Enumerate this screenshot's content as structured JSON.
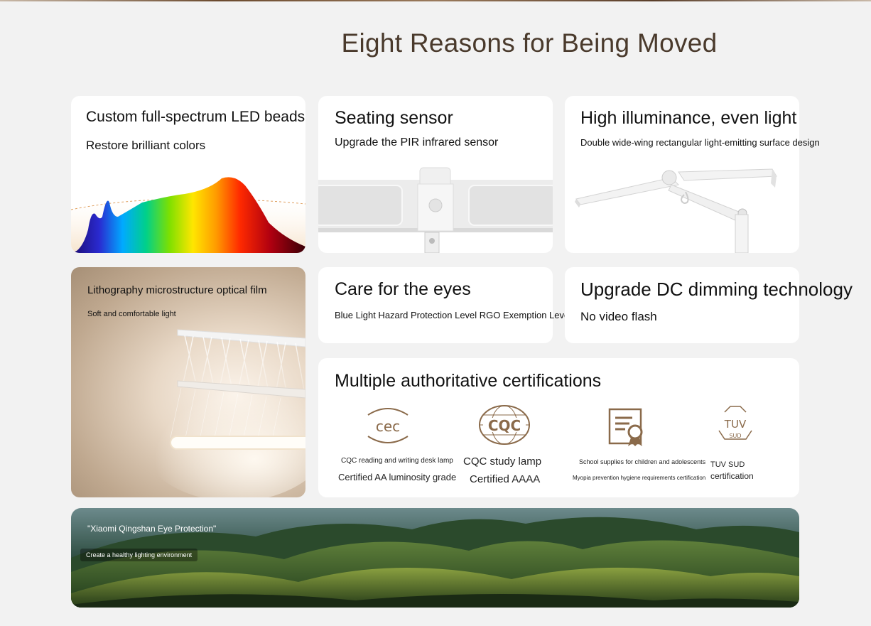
{
  "page": {
    "title": "Eight Reasons for Being Moved"
  },
  "cards": {
    "spectrum": {
      "title": "Custom full-spectrum LED beads",
      "subtitle": "Restore brilliant colors"
    },
    "seating": {
      "title": "Seating sensor",
      "subtitle": "Upgrade the PIR infrared sensor"
    },
    "illuminance": {
      "title": "High illuminance, even light",
      "subtitle": "Double wide-wing rectangular light-emitting surface design"
    },
    "lithography": {
      "title": "Lithography microstructure optical film",
      "subtitle": "Soft and comfortable light"
    },
    "eyes": {
      "title": "Care for the eyes",
      "subtitle": "Blue Light Hazard Protection Level RGO Exemption Level"
    },
    "dimming": {
      "title": "Upgrade DC dimming technology",
      "subtitle": "No video flash"
    }
  },
  "certifications": {
    "title": "Multiple authoritative certifications",
    "items": [
      {
        "icon": "cec-logo-icon",
        "logo_text": "cec",
        "line1": "CQC reading and writing desk lamp",
        "line2": "Certified AA luminosity grade"
      },
      {
        "icon": "cqc-logo-icon",
        "logo_text": "CQC",
        "line1": "CQC study lamp",
        "line2": "Certified AAAA"
      },
      {
        "icon": "certificate-icon",
        "line1": "School supplies for children and adolescents",
        "line2": "Myopia prevention hygiene requirements certification"
      },
      {
        "icon": "tuv-logo-icon",
        "logo_text": "TUV",
        "logo_sub": "SUD",
        "line1": "TUV SUD",
        "line2": "certification"
      }
    ]
  },
  "banner": {
    "title": "\"Xiaomi Qingshan Eye Protection\"",
    "subtitle": "Create a healthy lighting environment"
  },
  "colors": {
    "heading": "#4a3a2c",
    "icon_brown": "#8a6a4a",
    "background": "#f2f2f2"
  }
}
